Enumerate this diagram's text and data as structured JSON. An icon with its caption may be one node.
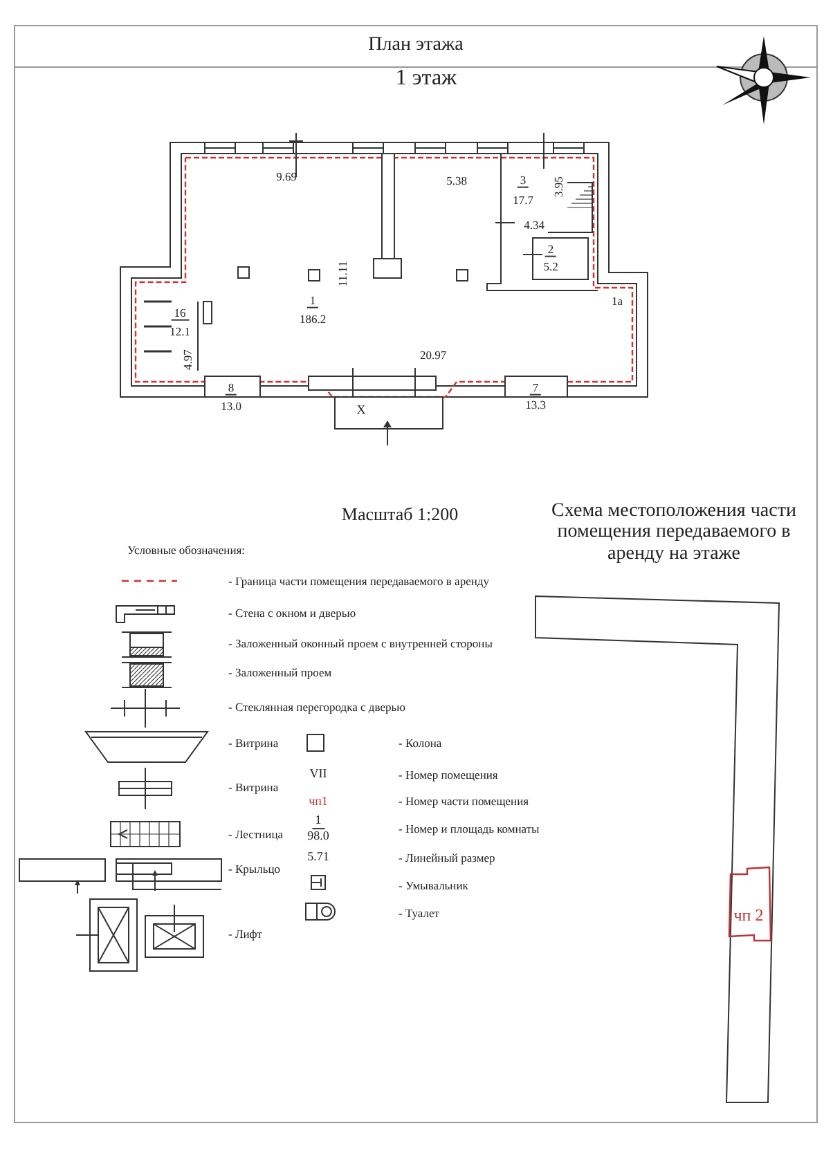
{
  "diagram": {
    "title": "План этажа",
    "labels": [
      "1 этаж",
      "9.69",
      "5.38",
      "3",
      "17.7",
      "3.95",
      "4.34",
      "2",
      "5.2",
      "11.11",
      "1а",
      "1",
      "186.2",
      "16",
      "12.1",
      "4.97",
      "20.97",
      "8",
      "13.0",
      "7",
      "13.3",
      "Х",
      "Масштаб 1:200",
      "Схема местоположения части помещения передаваемого в аренду на этаже",
      "Условные обозначения:",
      "VII",
      "чп1",
      "1",
      "98.0",
      "5.71",
      "чп 2"
    ],
    "legend": [
      {
        "text": "- Граница части помещения передаваемого в аренду"
      },
      {
        "text": "- Стена с окном и дверью"
      },
      {
        "text": "- Заложенный оконный проем с внутренней стороны"
      },
      {
        "text": "- Заложенный проем"
      },
      {
        "text": "- Стеклянная перегородка с дверью"
      },
      {
        "text": "- Витрина"
      },
      {
        "text": "- Витрина"
      },
      {
        "text": "- Лестница"
      },
      {
        "text": "- Крыльцо"
      },
      {
        "text": "- Лифт"
      },
      {
        "text": "- Колона"
      },
      {
        "text": "- Номер помещения"
      },
      {
        "text": "- Номер части помещения"
      },
      {
        "text": "- Номер и площадь комнаты"
      },
      {
        "text": "- Линейный размер"
      },
      {
        "text": "- Умывальник"
      },
      {
        "text": "- Туалет"
      }
    ]
  }
}
